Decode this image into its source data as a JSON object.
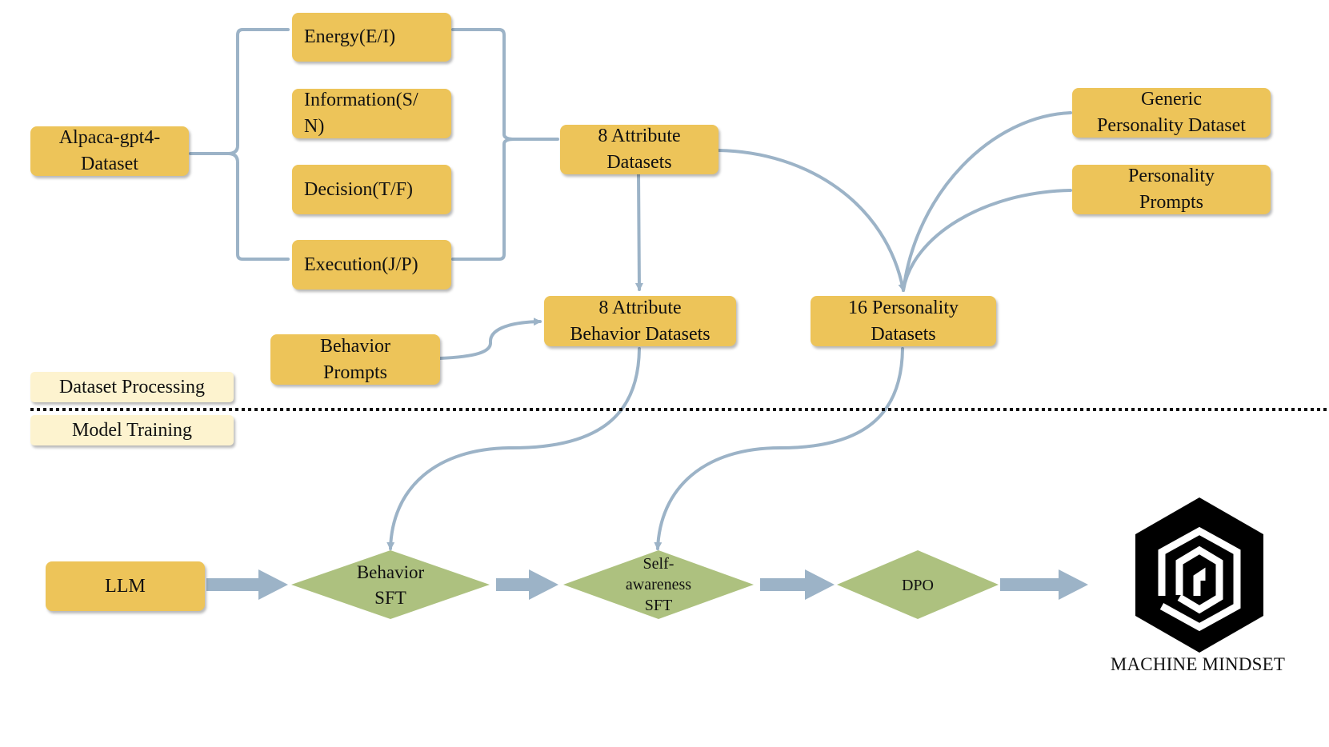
{
  "processing": {
    "source": "Alpaca-gpt4-\nDataset",
    "dimensions": [
      "Energy(E/I)",
      "Information(S/\nN)",
      "Decision(T/F)",
      "Execution(J/P)"
    ],
    "attribute_datasets": "8 Attribute\nDatasets",
    "behavior_prompts": "Behavior\nPrompts",
    "attribute_behavior_datasets": "8 Attribute\nBehavior Datasets",
    "generic_personality_dataset": "Generic\nPersonality Dataset",
    "personality_prompts": "Personality\nPrompts",
    "personality_datasets": "16 Personality\nDatasets"
  },
  "sections": {
    "processing_label": "Dataset Processing",
    "training_label": "Model Training"
  },
  "training": {
    "llm": "LLM",
    "behavior_sft": "Behavior\nSFT",
    "self_awareness_sft": "Self-\nawareness\nSFT",
    "dpo": "DPO"
  },
  "brand": {
    "name": "MACHINE MINDSET",
    "icon": "machine-mindset-hexagon-logo"
  },
  "colors": {
    "box": "#edc459",
    "label_box": "#fdf3cf",
    "diamond": "#adc17f",
    "connector": "#9cb3c7",
    "logo": "#000000"
  }
}
